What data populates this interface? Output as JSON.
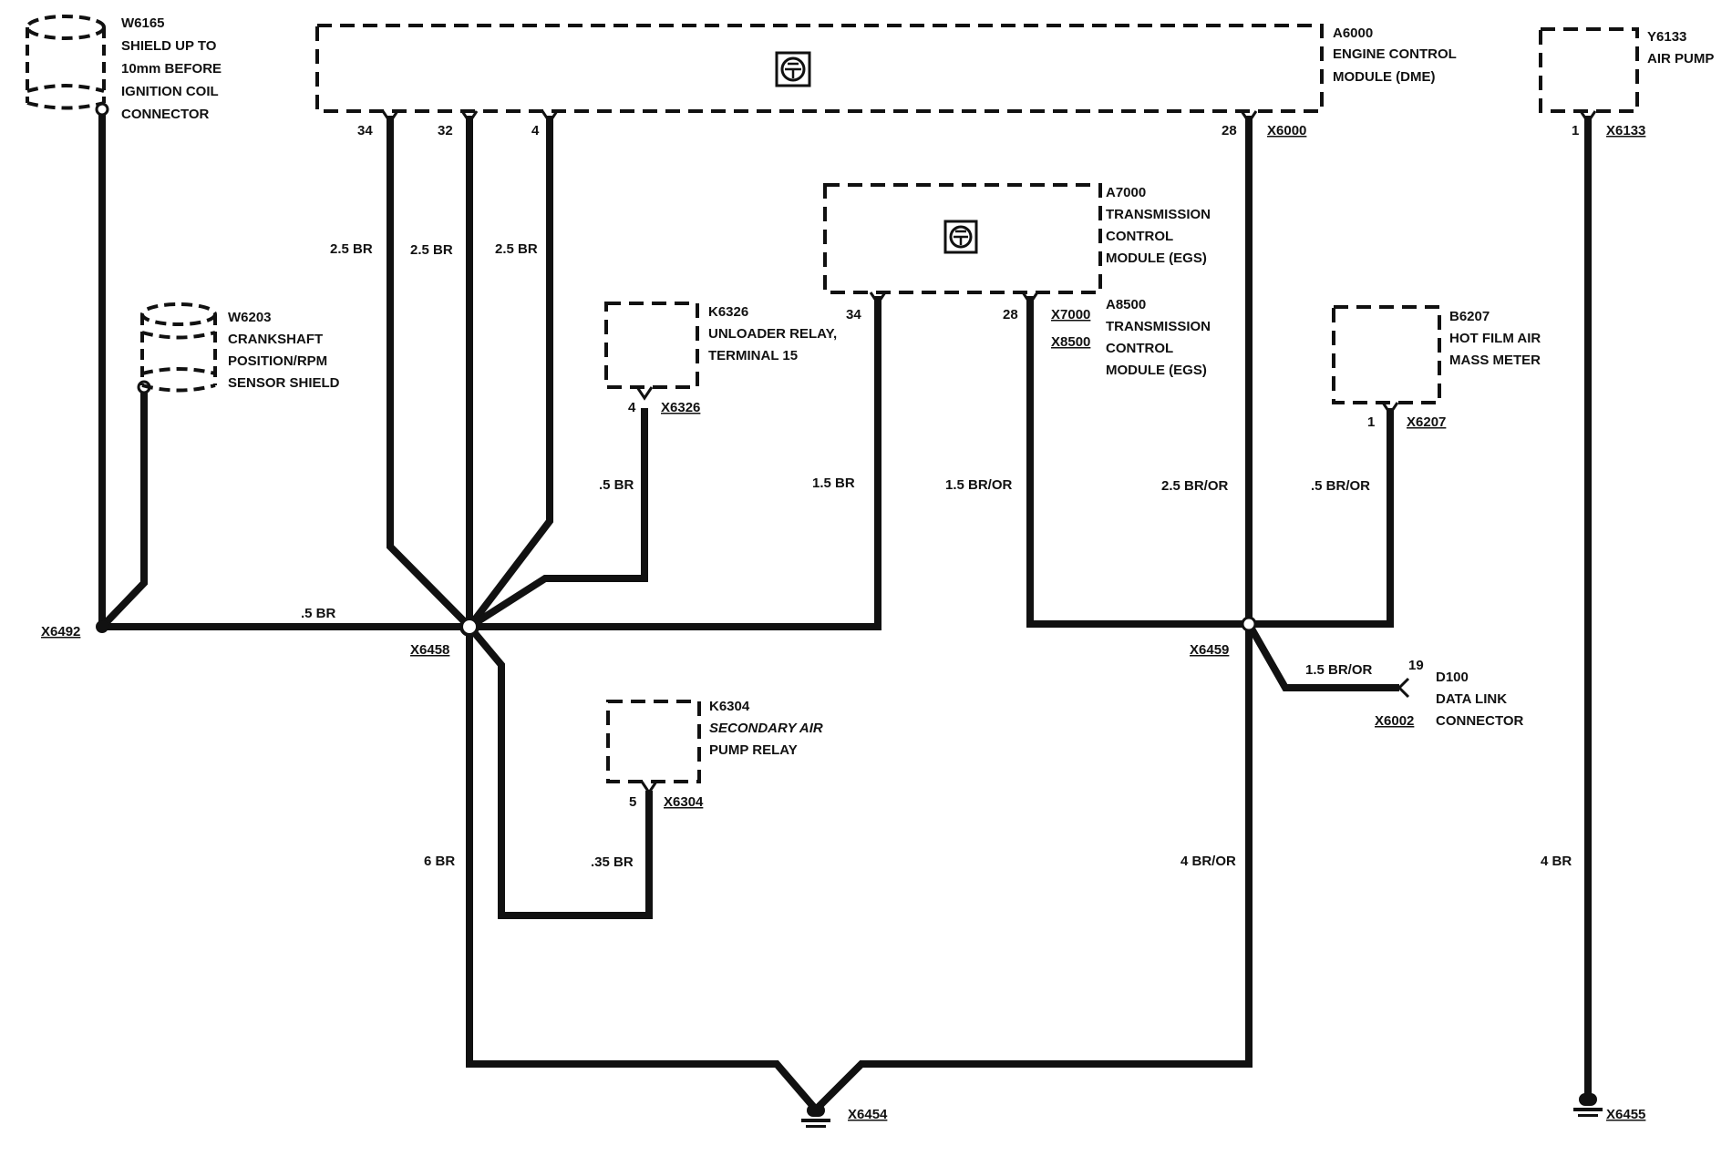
{
  "colors": {
    "ink": "#111111",
    "background": "#ffffff"
  },
  "components": {
    "a6000": {
      "id": "A6000",
      "line1": "ENGINE CONTROL",
      "line2": "MODULE (DME)",
      "icon": "module-icon"
    },
    "a7000": {
      "id": "A7000",
      "line1": "TRANSMISSION",
      "line2": "CONTROL",
      "line3": "MODULE (EGS)",
      "icon": "module-icon"
    },
    "a8500": {
      "id": "A8500",
      "line1": "TRANSMISSION",
      "line2": "CONTROL",
      "line3": "MODULE (EGS)"
    },
    "y6133": {
      "id": "Y6133",
      "line1": "AIR PUMP"
    },
    "k6326": {
      "id": "K6326",
      "line1": "UNLOADER RELAY,",
      "line2": "TERMINAL 15"
    },
    "b6207": {
      "id": "B6207",
      "line1": "HOT FILM AIR",
      "line2": "MASS METER"
    },
    "k6304": {
      "id": "K6304",
      "line1": "SECONDARY AIR",
      "line2": "PUMP RELAY"
    },
    "d100": {
      "id": "D100",
      "line1": "DATA LINK",
      "line2": "CONNECTOR"
    },
    "w6165": {
      "id": "W6165",
      "line1": "SHIELD UP TO",
      "line2": "10mm BEFORE",
      "line3": "IGNITION COIL",
      "line4": "CONNECTOR"
    },
    "w6203": {
      "id": "W6203",
      "line1": "CRANKSHAFT",
      "line2": "POSITION/RPM",
      "line3": "SENSOR SHIELD"
    }
  },
  "connectors": {
    "x6000": "X6000",
    "x6133": "X6133",
    "x7000": "X7000",
    "x8500": "X8500",
    "x6326": "X6326",
    "x6207": "X6207",
    "x6304": "X6304",
    "x6002": "X6002",
    "x6492": "X6492",
    "x6458": "X6458",
    "x6459": "X6459",
    "x6454": "X6454",
    "x6455": "X6455"
  },
  "pins": {
    "a6000_34": "34",
    "a6000_32": "32",
    "a6000_4": "4",
    "a6000_28": "28",
    "y6133_1": "1",
    "a7000_34": "34",
    "a8500_28": "28",
    "k6326_4": "4",
    "b6207_1": "1",
    "k6304_5": "5",
    "d100_19": "19"
  },
  "wires": {
    "w1": ".5 BR",
    "w2": "2.5 BR",
    "w3": "2.5 BR",
    "w4": "2.5 BR",
    "w5": ".5 BR",
    "w6": "1.5 BR",
    "w7": "1.5 BR/OR",
    "w8": "2.5 BR/OR",
    "w9": ".5 BR/OR",
    "w10": "1.5 BR/OR",
    "w11": ".35 BR",
    "w12": "6 BR",
    "w13": "4 BR/OR",
    "w14": "4 BR"
  }
}
